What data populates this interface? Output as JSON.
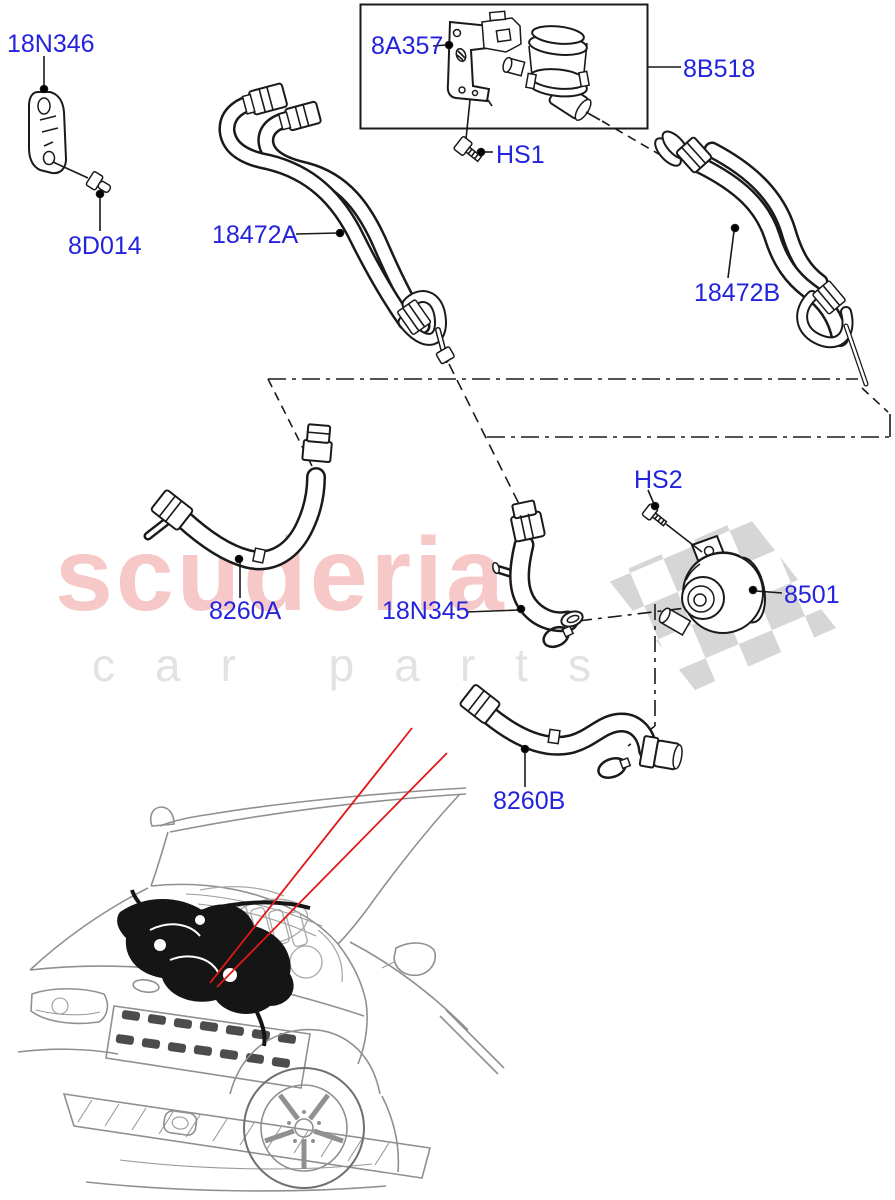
{
  "watermark": {
    "brand": "scuderia",
    "tagline": "car parts"
  },
  "colors": {
    "label_blue": "#2323dd",
    "line_black": "#1a1a1a",
    "watermark_brand_pink": "#f6c8c8",
    "watermark_tagline_gray": "#e2e2e2",
    "reference_line_red": "#e01818",
    "checkered_flag_gray": "#d6d6d6"
  },
  "parts": {
    "n18346": {
      "label": "18N346"
    },
    "d8014": {
      "label": "8D014"
    },
    "a18472": {
      "label": "18472A"
    },
    "a8357": {
      "label": "8A357"
    },
    "b8518": {
      "label": "8B518"
    },
    "hs1": {
      "label": "HS1"
    },
    "b18472": {
      "label": "18472B"
    },
    "hs2": {
      "label": "HS2"
    },
    "p8501": {
      "label": "8501"
    },
    "a8260": {
      "label": "8260A"
    },
    "n18345": {
      "label": "18N345"
    },
    "b8260": {
      "label": "8260B"
    }
  }
}
